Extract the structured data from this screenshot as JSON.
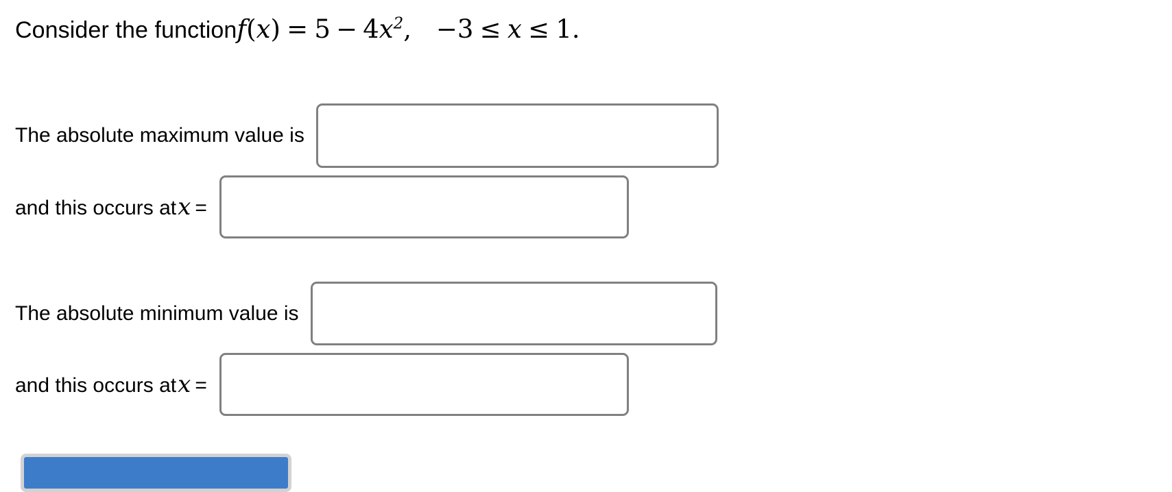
{
  "problem": {
    "intro_text": "Consider the function",
    "function_math": {
      "f_name": "f",
      "open_paren": "(",
      "var": "x",
      "close_paren": ")",
      "equals": "=",
      "constant": "5",
      "minus": "−",
      "coefficient": "4",
      "var2": "x",
      "exponent": "2",
      "comma": ",",
      "lower_bound_sign": "−",
      "lower_bound": "3",
      "le1": "≤",
      "var3": "x",
      "le2": "≤",
      "upper_bound": "1",
      "period": "."
    },
    "plain_function": "f(x) = 5 - 4x^2,  -3 <= x <= 1."
  },
  "answers": {
    "max_value": {
      "label": "The absolute maximum value is",
      "value": "",
      "placeholder": ""
    },
    "max_location": {
      "label_prefix": "and this occurs at",
      "label_var": "x",
      "label_equals": "=",
      "value": "",
      "placeholder": ""
    },
    "min_value": {
      "label": "The absolute minimum value is",
      "value": "",
      "placeholder": ""
    },
    "min_location": {
      "label_prefix": "and this occurs at",
      "label_var": "x",
      "label_equals": "=",
      "value": "",
      "placeholder": ""
    }
  },
  "submit": {
    "label": ""
  },
  "colors": {
    "input_border": "#808080",
    "button_fill": "#3d7cc9",
    "button_ring": "#d2d2d2",
    "text": "#000000",
    "background": "#ffffff"
  }
}
